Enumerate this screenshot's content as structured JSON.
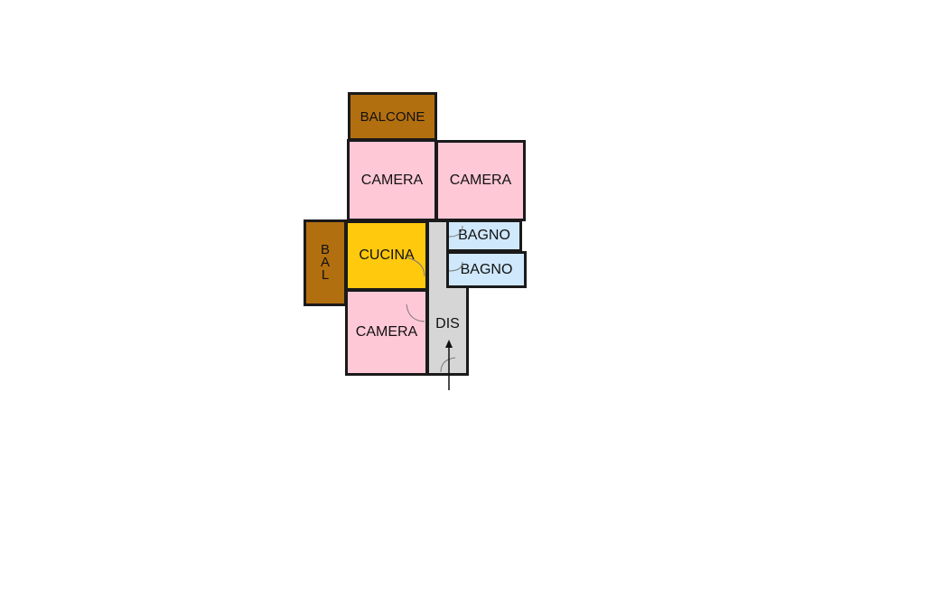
{
  "floor_plan": {
    "colors": {
      "bedroom": "#ffc8d7",
      "balcony": "#b26f10",
      "kitchen": "#ffc90e",
      "bathroom": "#cfe8fb",
      "hallway": "#d6d6d6",
      "wall": "#1a1a1a"
    },
    "rooms": {
      "balcone_top": "BALCONE",
      "camera_top_left": "CAMERA",
      "camera_top_right": "CAMERA",
      "bal_side": "BAL",
      "cucina": "CUCINA",
      "bagno_1": "BAGNO",
      "bagno_2": "BAGNO",
      "dis": "DIS",
      "camera_bottom": "CAMERA"
    }
  }
}
